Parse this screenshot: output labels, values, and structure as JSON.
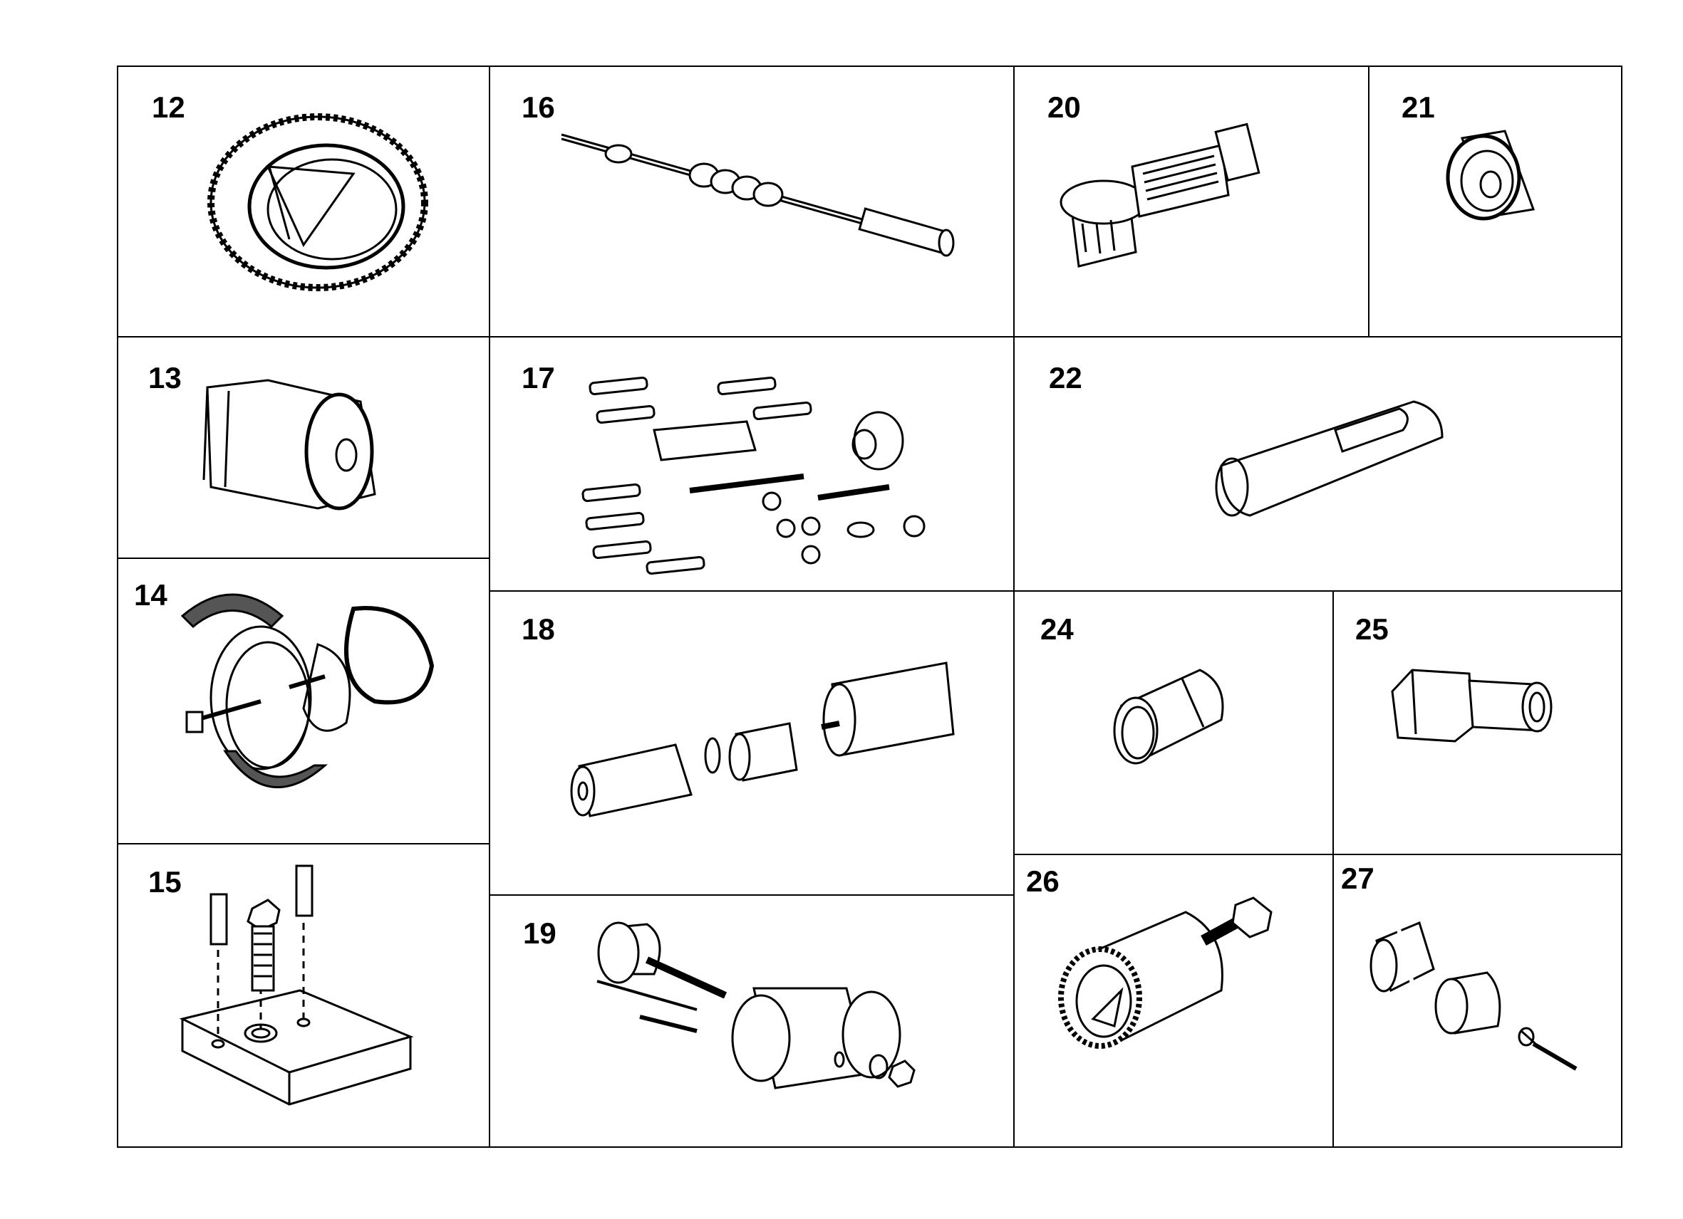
{
  "colors": {
    "ink": "#000000",
    "paper": "#ffffff",
    "shade": "#555555"
  },
  "panels": [
    {
      "id": "12",
      "label": "12",
      "icon": "threaded-ring-nut-icon"
    },
    {
      "id": "16",
      "label": "16",
      "icon": "slide-hammer-rod-icon"
    },
    {
      "id": "20",
      "label": "20",
      "icon": "splined-adapter-icon"
    },
    {
      "id": "21",
      "label": "21",
      "icon": "sleeve-ring-icon"
    },
    {
      "id": "13",
      "label": "13",
      "icon": "stepped-bushing-icon"
    },
    {
      "id": "17",
      "label": "17",
      "icon": "stud-bolt-kit-icon"
    },
    {
      "id": "22",
      "label": "22",
      "icon": "half-pipe-guide-icon"
    },
    {
      "id": "14",
      "label": "14",
      "icon": "split-ring-puller-icon"
    },
    {
      "id": "18",
      "label": "18",
      "icon": "bearing-installer-set-icon"
    },
    {
      "id": "24",
      "label": "24",
      "icon": "cylinder-sleeve-icon"
    },
    {
      "id": "25",
      "label": "25",
      "icon": "hex-socket-adapter-icon"
    },
    {
      "id": "15",
      "label": "15",
      "icon": "bolt-plate-icon"
    },
    {
      "id": "19",
      "label": "19",
      "icon": "puller-cup-assembly-icon"
    },
    {
      "id": "26",
      "label": "26",
      "icon": "threaded-puller-bell-icon"
    },
    {
      "id": "27",
      "label": "27",
      "icon": "collet-puller-set-icon"
    }
  ]
}
